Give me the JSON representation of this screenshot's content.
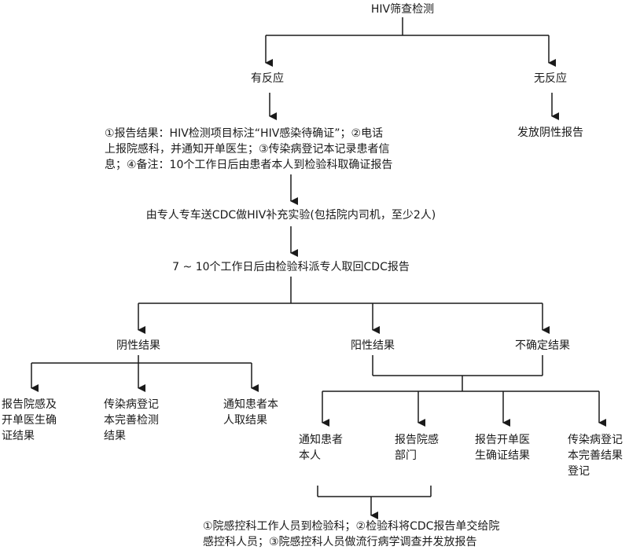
{
  "nodes": {
    "hiv_screening": "HIV筛查检测",
    "reactive": "有反应",
    "non_reactive": "无反应",
    "reactive_steps": "①报告结果：HIV检测项目标注“HIV感染待确证”；②电话\n上报院感科，并通知开单医生；③传染病登记本记录患者信\n息；④备注：10个工作日后由患者本人到检验科取确证报告",
    "issue_negative_report": "发放阴性报告",
    "send_to_cdc": "由专人专车送CDC做HIV补充实验(包括院内司机，至少2人)",
    "collect_cdc_report": "7 ~ 10个工作日后由检验科派专人取回CDC报告",
    "negative_result": "阴性结果",
    "positive_result": "阳性结果",
    "indeterminate_result": "不确定结果",
    "neg_report_infection_dept": "报告院感及\n开单医生确\n证结果",
    "neg_register_results": "传染病登记\n本完善检测\n结果",
    "neg_notify_patient": "通知患者本\n人取结果",
    "pos_notify_patient": "通知患者\n本人",
    "pos_report_infection_dept": "报告院感\n部门",
    "pos_report_doctor": "报告开单医\n生确证结果",
    "pos_register": "传染病登记\n本完善结果\n登记",
    "final_steps": "①院感控科工作人员到检验科；②检验科将CDC报告单交给院\n感控科人员；③院感控科人员做流行病学调查并发放报告"
  }
}
